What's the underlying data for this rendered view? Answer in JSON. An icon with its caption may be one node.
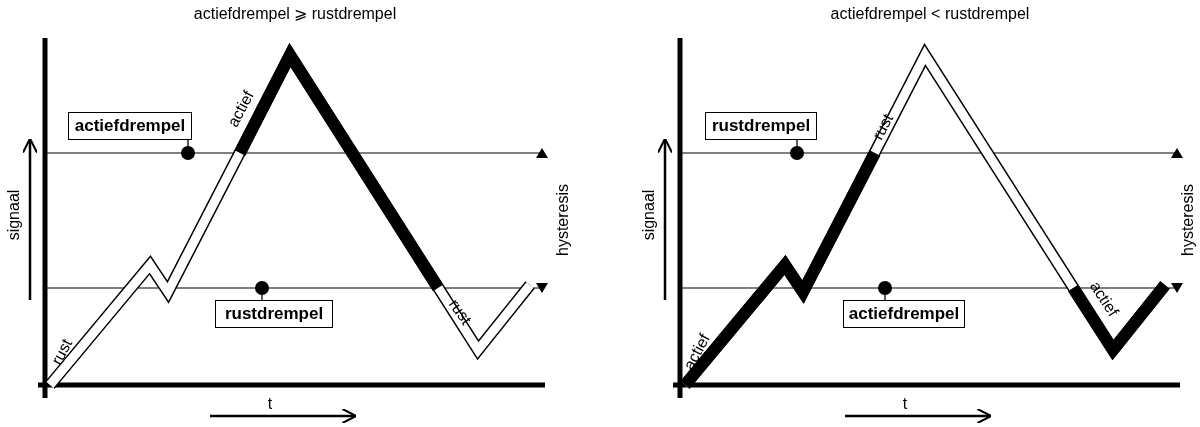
{
  "diagram": {
    "nodes": [
      {
        "text": [
          "actiefdrempel"
        ]
      },
      {
        "text": [],
        "shape": "circle"
      },
      {
        "text": [
          "rustdrempel"
        ]
      },
      {
        "text": [],
        "shape": "circle"
      },
      {
        "text": [
          "rustdrempel"
        ]
      },
      {
        "text": [],
        "shape": "circle"
      },
      {
        "text": [
          "actiefdrempel"
        ]
      },
      {
        "text": [],
        "shape": "circle"
      }
    ],
    "edges": [
      {
        "from": 0,
        "to": 1,
        "arrow": "none"
      },
      {
        "from": 2,
        "to": 3,
        "arrow": "none"
      },
      {
        "from": 4,
        "to": 5,
        "arrow": "none"
      },
      {
        "from": 6,
        "to": 7,
        "arrow": "none"
      }
    ],
    "labels": [
      "actiefdrempel ⩾ rustdrempel",
      "actief",
      "signaal",
      "hysteresis",
      "rust",
      "rust",
      "t",
      "actiefdrempel < rustdrempel",
      "rust",
      "signaal",
      "hysteresis",
      "actief",
      "actief",
      "t"
    ]
  }
}
